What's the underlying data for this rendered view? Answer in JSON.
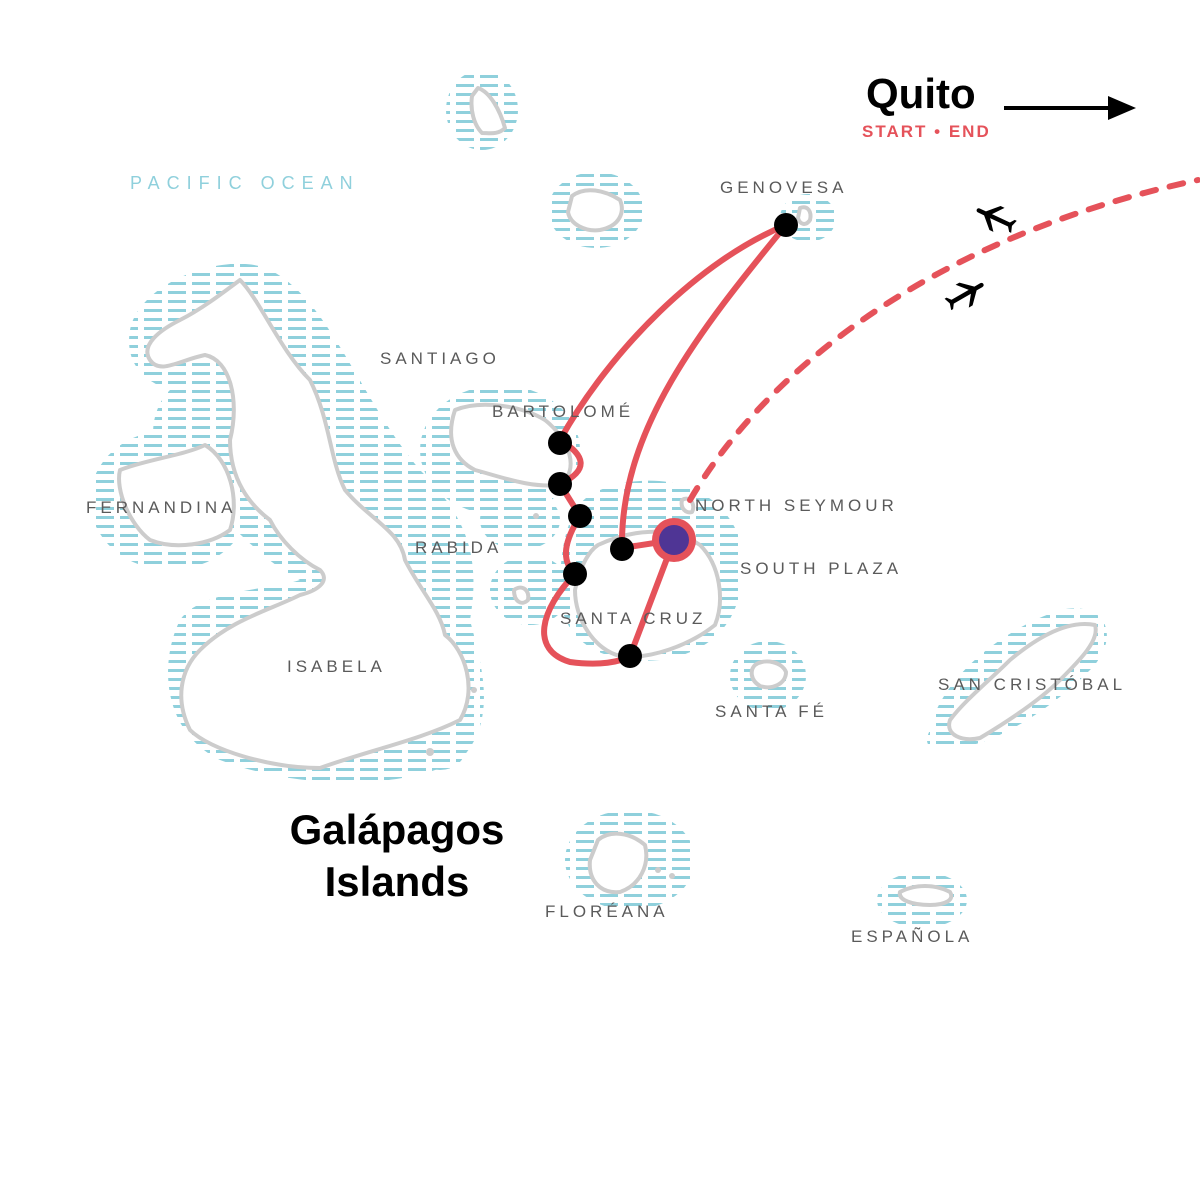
{
  "map": {
    "title_line1": "Galápagos",
    "title_line2": "Islands",
    "ocean_label": "PACIFIC OCEAN",
    "gateway": {
      "city": "Quito",
      "role_start": "START",
      "role_separator": "•",
      "role_end": "END"
    },
    "islands": {
      "genovesa": "GENOVESA",
      "santiago": "SANTIAGO",
      "bartolome": "BARTOLOMÉ",
      "fernandina": "FERNANDINA",
      "rabida": "RABIDA",
      "north_seymour": "NORTH SEYMOUR",
      "south_plaza": "SOUTH PLAZA",
      "santa_cruz": "SANTA CRUZ",
      "isabela": "ISABELA",
      "santa_fe": "SANTA FÉ",
      "san_cristobal": "SAN CRISTÓBAL",
      "floreana": "FLORÉANA",
      "espanola": "ESPAÑOLA"
    },
    "colors": {
      "route": "#e5525a",
      "stop": "#000000",
      "start_marker_fill": "#4f3595",
      "island_outline": "#cccccc",
      "water_hatch": "#8fd0dc",
      "label": "#5a5a5a"
    },
    "icons": {
      "flight_in": "airplane-icon",
      "flight_out": "airplane-icon",
      "direction": "arrow-right-icon"
    }
  }
}
